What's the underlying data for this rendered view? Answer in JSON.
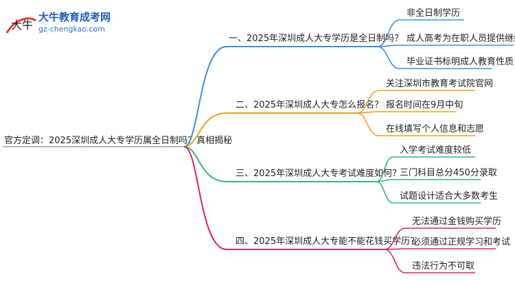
{
  "logo": {
    "title": "大牛教育成考网",
    "url": "gz-chengkao.com",
    "mark": "大牛"
  },
  "root": {
    "text": "官方定调：2025深圳成人大专学历属全日制吗？真相揭秘"
  },
  "branches": [
    {
      "label": "一、2025年深圳成人大专学历是全日制吗？",
      "color": "#3b8de0",
      "leaves": [
        "非全日制学历",
        "成人高考为在职人员提供继续教育",
        "毕业证书标明成人教育性质"
      ]
    },
    {
      "label": "二、2025年深圳成人大专怎么报名？",
      "color": "#f0a016",
      "leaves": [
        "关注深圳市教育考试院官网",
        "报名时间在9月中旬",
        "在线填写个人信息和志愿"
      ]
    },
    {
      "label": "三、2025年深圳成人大专考试难度如何？",
      "color": "#2db872",
      "leaves": [
        "入学考试难度较低",
        "三门科目总分450分录取",
        "试题设计适合大多数考生"
      ]
    },
    {
      "label": "四、2025年深圳成人大专能不能花钱买学历？",
      "color": "#e0206e",
      "leaves": [
        "无法通过金钱购买学历",
        "必须通过正规学习和考试",
        "违法行为不可取"
      ]
    }
  ]
}
